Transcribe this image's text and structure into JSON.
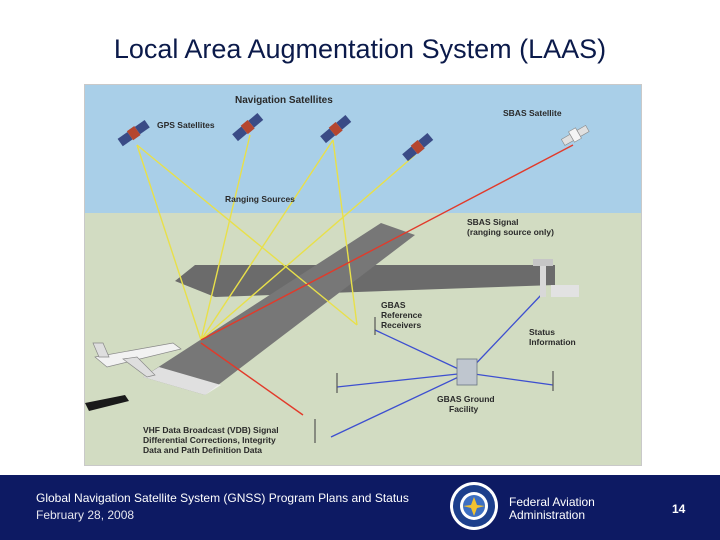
{
  "slide": {
    "title": "Local Area Augmentation System (LAAS)"
  },
  "diagram": {
    "labels": {
      "navigation_satellites": "Navigation Satellites",
      "gps_satellites": "GPS Satellites",
      "sbas_satellite": "SBAS Satellite",
      "ranging_sources": "Ranging Sources",
      "sbas_signal_line1": "SBAS Signal",
      "sbas_signal_line2": "(ranging source only)",
      "gbas_ref_line1": "GBAS",
      "gbas_ref_line2": "Reference",
      "gbas_ref_line3": "Receivers",
      "status_line1": "Status",
      "status_line2": "Information",
      "gbas_ground_line1": "GBAS Ground",
      "gbas_ground_line2": "Facility",
      "vdb_line1": "VHF Data Broadcast (VDB) Signal",
      "vdb_line2": "Differential Corrections, Integrity",
      "vdb_line3": "Data and Path Definition Data"
    },
    "colors": {
      "sky": "#a9cfe8",
      "ground": "#d2dcc2",
      "runway": "#6b6b6b",
      "ranging_signal": "#e8e04a",
      "vdb_signal": "#e23a2a",
      "status_link": "#3d4fd0"
    }
  },
  "footer": {
    "program": "Global Navigation Satellite System (GNSS) Program Plans and Status",
    "date": "February 28, 2008",
    "agency_line1": "Federal Aviation",
    "agency_line2": "Administration",
    "page_number": "14"
  }
}
